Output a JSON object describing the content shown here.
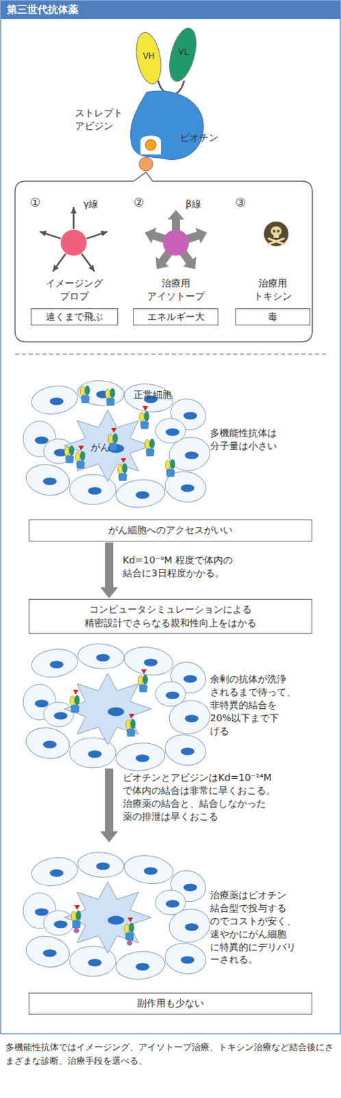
{
  "diagram": {
    "title": "第三世代抗体薬",
    "caption": "多機能性抗体ではイメージング、アイソトープ治療、トキシン治療など結合後にさまざまな診断、治療手段を選べる。",
    "nodes": [
      {
        "text": [
          "イメージング プロブ",
          "遠くまで飛ぶ"
        ]
      },
      {
        "text": [
          "治療用 アイソトープ",
          "エネルギー大"
        ]
      },
      {
        "text": [
          "治療用 トキシン",
          "毒"
        ]
      },
      {
        "text": [
          "がん細胞へのアクセスがいい"
        ]
      },
      {
        "text": [
          "コンピュータシミュレーションによる 精密設計でさらなる親和性向上をはかる"
        ]
      },
      {
        "text": [
          "副作用も少ない"
        ]
      }
    ],
    "edges": [
      {
        "from": 3,
        "to": 4,
        "arrow": "to",
        "label": "Kd=10⁻⁹M 程度で体内の 結合に3日程度かかる。"
      }
    ],
    "labels": [
      "VH",
      "VL",
      "ストレプト アビジン",
      "ビオチン",
      "①",
      "γ線",
      "②",
      "β線",
      "③",
      "正常細胞",
      "がん",
      "多機能性抗体は 分子量は小さい",
      "余剰の抗体が洗浄 されるまで待って、 非特異的結合を 20%以下まで下 げる",
      "ビオチンとアビジンはKd=10⁻¹⁴M で体内の結合は非常に早くおこる。 治療薬の結合と、結合しなかった 薬の排泄は早くおこる",
      "治療薬はビオチン 結合型で投与する のでコストが安く、 速やかにがん細胞 に特異的にデリバリ ーされる。"
    ]
  }
}
